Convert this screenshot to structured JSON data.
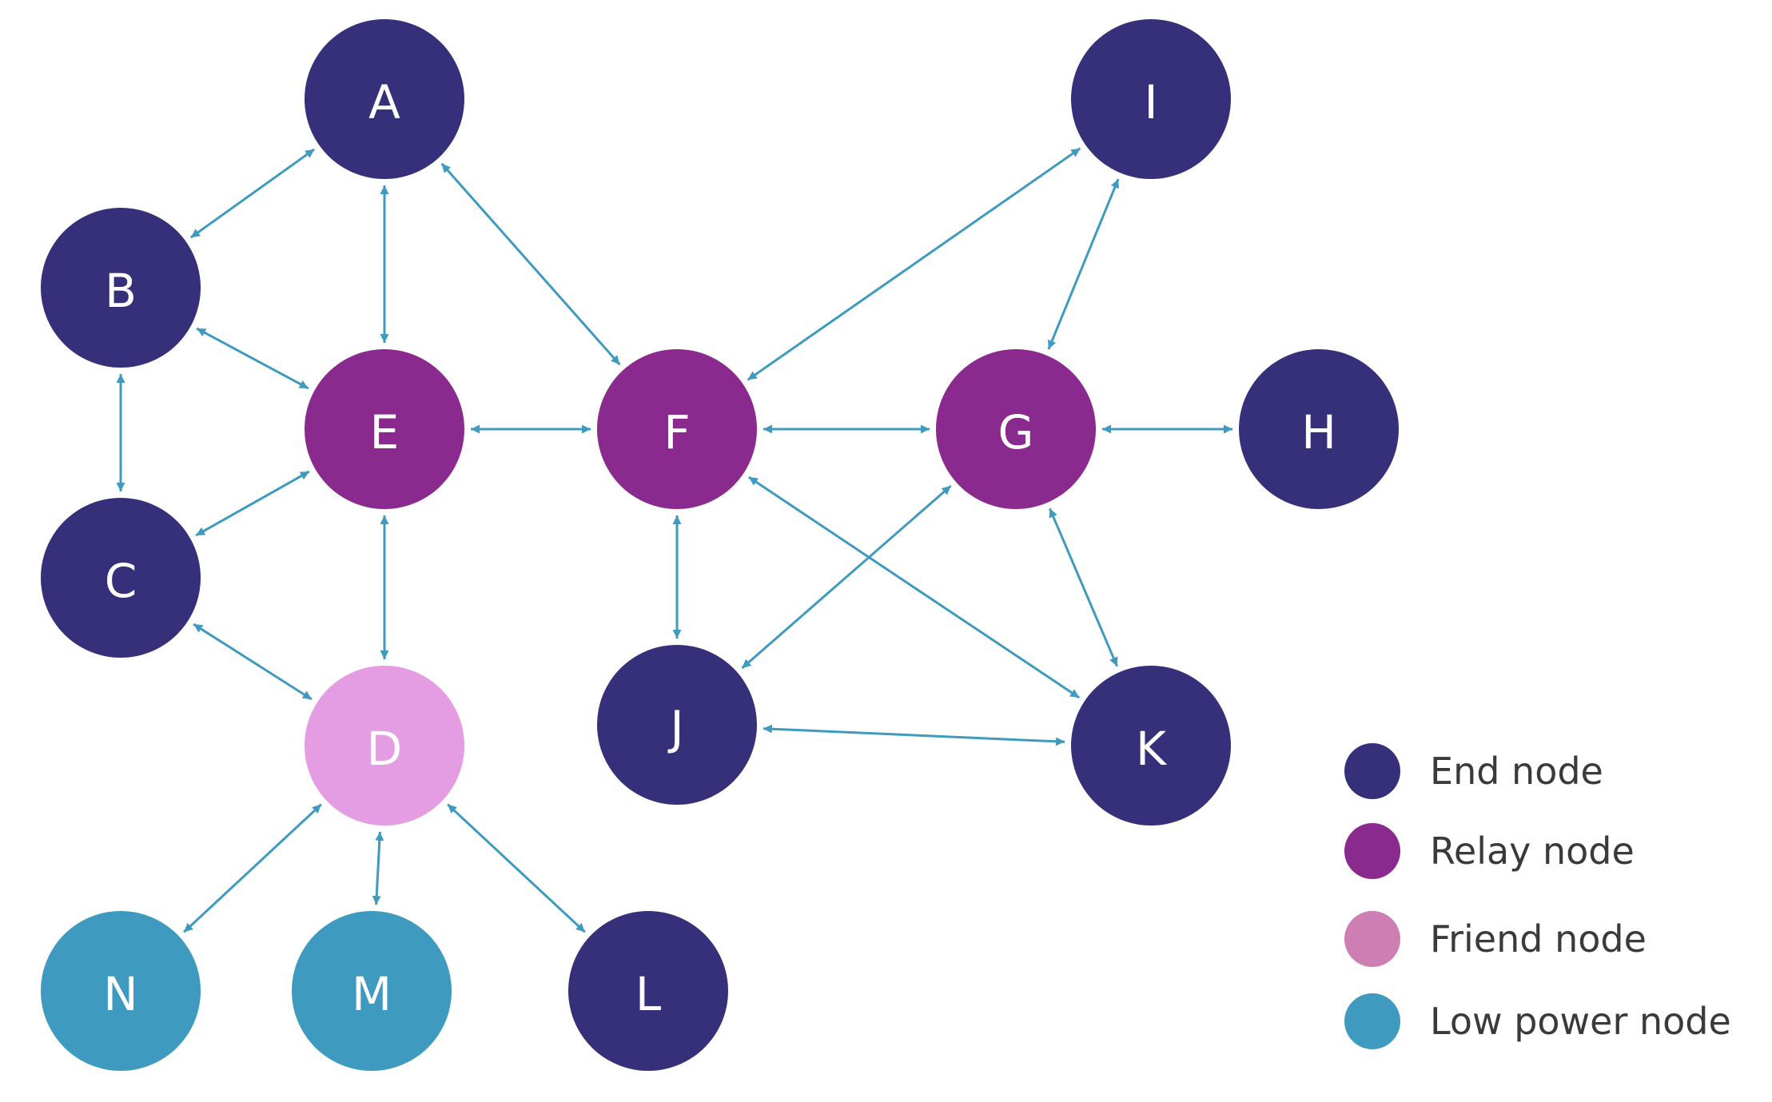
{
  "colors": {
    "end": "#36307a",
    "relay": "#8b2a8e",
    "friend": "#e49ce2",
    "low_power": "#3f9ac0",
    "friend_legend": "#cd7fb4",
    "edge": "#3f9ac0"
  },
  "nodes": [
    {
      "id": "A",
      "label": "A",
      "kind": "end"
    },
    {
      "id": "B",
      "label": "B",
      "kind": "end"
    },
    {
      "id": "C",
      "label": "C",
      "kind": "end"
    },
    {
      "id": "D",
      "label": "D",
      "kind": "friend"
    },
    {
      "id": "E",
      "label": "E",
      "kind": "relay"
    },
    {
      "id": "F",
      "label": "F",
      "kind": "relay"
    },
    {
      "id": "G",
      "label": "G",
      "kind": "relay"
    },
    {
      "id": "H",
      "label": "H",
      "kind": "end"
    },
    {
      "id": "I",
      "label": "I",
      "kind": "end"
    },
    {
      "id": "J",
      "label": "J",
      "kind": "end"
    },
    {
      "id": "K",
      "label": "K",
      "kind": "end"
    },
    {
      "id": "L",
      "label": "L",
      "kind": "end"
    },
    {
      "id": "M",
      "label": "M",
      "kind": "low_power"
    },
    {
      "id": "N",
      "label": "N",
      "kind": "low_power"
    }
  ],
  "edges": [
    [
      "A",
      "B"
    ],
    [
      "A",
      "E"
    ],
    [
      "A",
      "F"
    ],
    [
      "B",
      "E"
    ],
    [
      "B",
      "C"
    ],
    [
      "C",
      "E"
    ],
    [
      "C",
      "D"
    ],
    [
      "E",
      "F"
    ],
    [
      "E",
      "D"
    ],
    [
      "F",
      "I"
    ],
    [
      "F",
      "G"
    ],
    [
      "F",
      "J"
    ],
    [
      "F",
      "K"
    ],
    [
      "G",
      "I"
    ],
    [
      "G",
      "H"
    ],
    [
      "G",
      "J"
    ],
    [
      "G",
      "K"
    ],
    [
      "J",
      "K"
    ],
    [
      "D",
      "N"
    ],
    [
      "D",
      "M"
    ],
    [
      "D",
      "L"
    ]
  ],
  "legend": [
    {
      "kind": "end",
      "label": "End node"
    },
    {
      "kind": "relay",
      "label": "Relay node"
    },
    {
      "kind": "friend_legend",
      "label": "Friend node"
    },
    {
      "kind": "low_power",
      "label": "Low power node"
    }
  ]
}
